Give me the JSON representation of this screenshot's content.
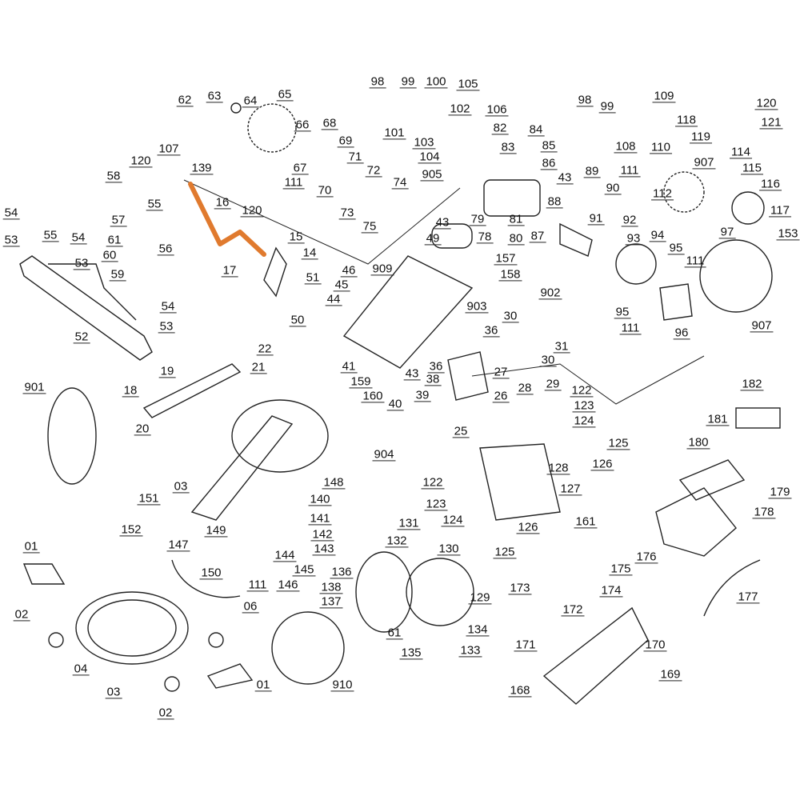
{
  "diagram": {
    "type": "exploded parts diagram",
    "highlight_color": "#e07a2e",
    "line_color": "#222222",
    "highlighted_part": "16"
  },
  "labels": [
    "98",
    "99",
    "100",
    "105",
    "102",
    "101",
    "103",
    "106",
    "82",
    "84",
    "83",
    "85",
    "104",
    "905",
    "86",
    "43",
    "88",
    "89",
    "90",
    "62",
    "63",
    "64",
    "65",
    "66",
    "68",
    "69",
    "67",
    "71",
    "111",
    "72",
    "70",
    "74",
    "73",
    "75",
    "98",
    "99",
    "109",
    "108",
    "110",
    "111",
    "112",
    "907",
    "114",
    "115",
    "116",
    "117",
    "153",
    "97",
    "120",
    "118",
    "121",
    "119",
    "107",
    "120",
    "139",
    "58",
    "16",
    "120",
    "55",
    "57",
    "54",
    "53",
    "55",
    "54",
    "53",
    "61",
    "60",
    "59",
    "56",
    "15",
    "14",
    "17",
    "46",
    "45",
    "44",
    "51",
    "50",
    "909",
    "43",
    "49",
    "79",
    "81",
    "78",
    "80",
    "87",
    "91",
    "92",
    "93",
    "94",
    "95",
    "111",
    "157",
    "158",
    "902",
    "903",
    "30",
    "36",
    "31",
    "30",
    "95",
    "111",
    "96",
    "907",
    "52",
    "54",
    "53",
    "22",
    "21",
    "41",
    "159",
    "160",
    "43",
    "38",
    "36",
    "27",
    "39",
    "40",
    "26",
    "28",
    "29",
    "25",
    "122",
    "123",
    "124",
    "125",
    "126",
    "127",
    "128",
    "161",
    "126",
    "125",
    "901",
    "19",
    "18",
    "20",
    "904",
    "148",
    "182",
    "181",
    "180",
    "179",
    "178",
    "122",
    "123",
    "124",
    "03",
    "151",
    "140",
    "141",
    "142",
    "143",
    "149",
    "147",
    "152",
    "144",
    "145",
    "146",
    "111",
    "150",
    "06",
    "01",
    "02",
    "04",
    "03",
    "02",
    "01",
    "131",
    "132",
    "130",
    "136",
    "138",
    "137",
    "129",
    "61",
    "135",
    "134",
    "133",
    "910",
    "176",
    "175",
    "174",
    "177",
    "173",
    "172",
    "171",
    "170",
    "169",
    "168"
  ]
}
